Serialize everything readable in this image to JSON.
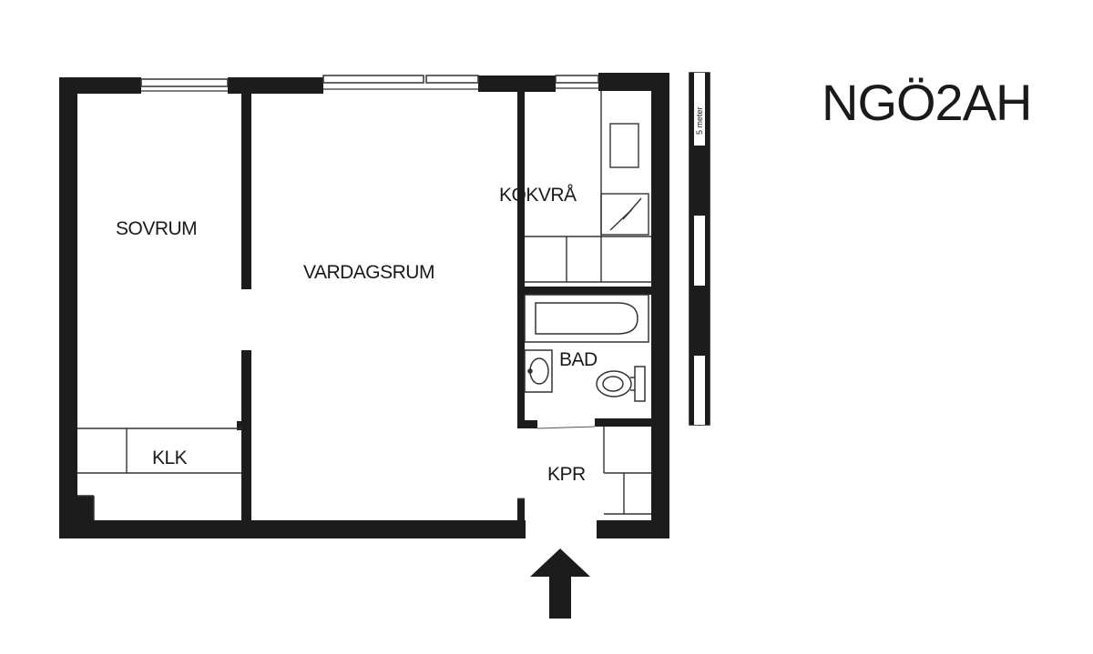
{
  "plan_code": "NGÖ2AH",
  "rooms": {
    "sovrum": "SOVRUM",
    "vardagsrum": "VARDAGSRUM",
    "kokvra": "KOKVRÅ",
    "bad": "BAD",
    "klk": "KLK",
    "kpr": "KPR"
  },
  "scale_bar": {
    "label": "5 meter"
  },
  "colors": {
    "wall": "#1c1c1c",
    "line": "#333333",
    "background": "#ffffff"
  }
}
